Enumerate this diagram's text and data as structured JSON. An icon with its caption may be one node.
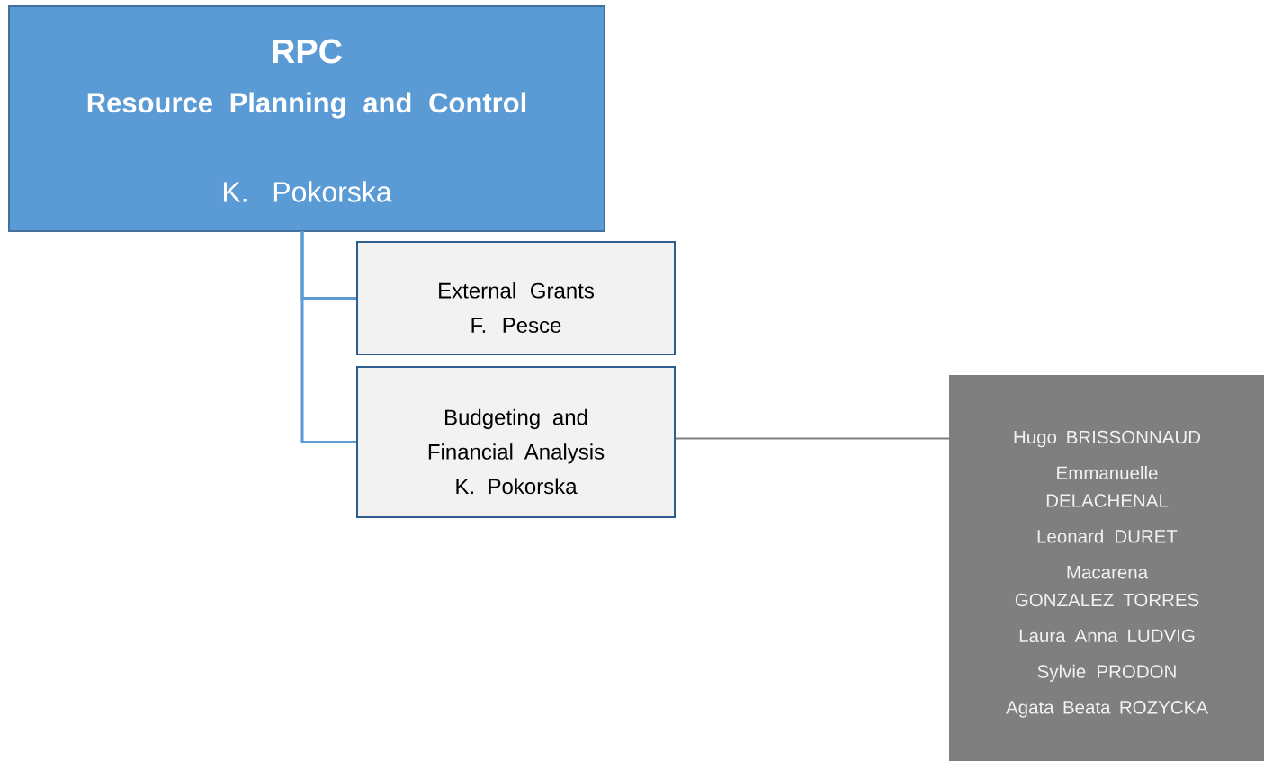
{
  "diagram": {
    "nodes": [
      {
        "text": [
          "RPC",
          "Resource Planning and Control",
          "K. Pokorska"
        ]
      },
      {
        "text": [
          "External Grants",
          "F. Pesce"
        ]
      },
      {
        "text": [
          "Budgeting and Financial Analysis",
          "K. Pokorska"
        ]
      },
      {
        "text": [
          "Hugo BRISSONNAUD",
          "Emmanuelle DELACHENAL",
          "Leonard DURET",
          "Macarena GONZALEZ TORRES",
          "Laura Anna LUDVIG",
          "Sylvie PRODON",
          "Agata Beata ROZYCKA"
        ]
      }
    ],
    "edges": [
      {
        "from": 0,
        "to": 1,
        "arrow": "none"
      },
      {
        "from": 0,
        "to": 2,
        "arrow": "none"
      },
      {
        "from": 2,
        "to": 3,
        "arrow": "none",
        "color": "#7f7f7f"
      }
    ]
  }
}
